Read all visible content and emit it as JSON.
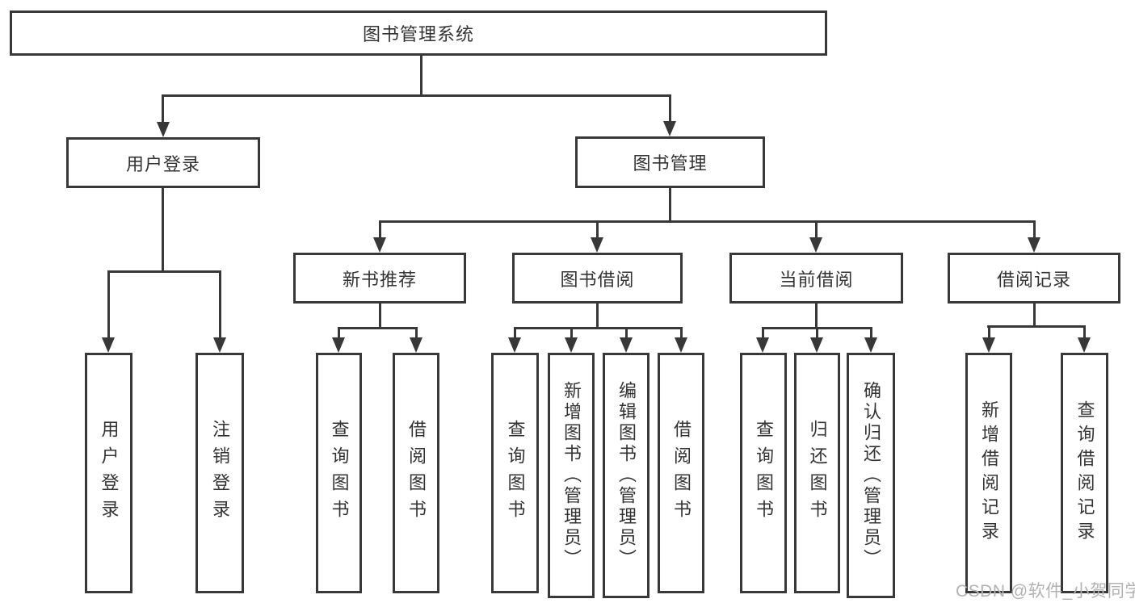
{
  "diagram": {
    "nodes": {
      "root": "图书管理系统",
      "user_login": "用户登录",
      "book_mgmt": "图书管理",
      "new_book": "新书推荐",
      "borrow": "图书借阅",
      "current": "当前借阅",
      "records": "借阅记录",
      "leaf_user_login": "用户登录",
      "leaf_logout": "注销登录",
      "leaf_nb_query": "查询图书",
      "leaf_nb_borrow": "借阅图书",
      "leaf_bb_query": "查询图书",
      "leaf_bb_add": "新增图书（管理员）",
      "leaf_bb_edit": "编辑图书（管理员）",
      "leaf_bb_borrow": "借阅图书",
      "leaf_cb_query": "查询图书",
      "leaf_cb_return": "归还图书",
      "leaf_cb_confirm": "确认归还（管理员）",
      "leaf_br_add": "新增借阅记录",
      "leaf_br_query": "查询借阅记录"
    },
    "watermark": "CSDN @软件_小贺同学",
    "colors": {
      "line": "#383838",
      "text": "#333333",
      "background": "#ffffff",
      "watermark": "#b2b2b2"
    }
  }
}
